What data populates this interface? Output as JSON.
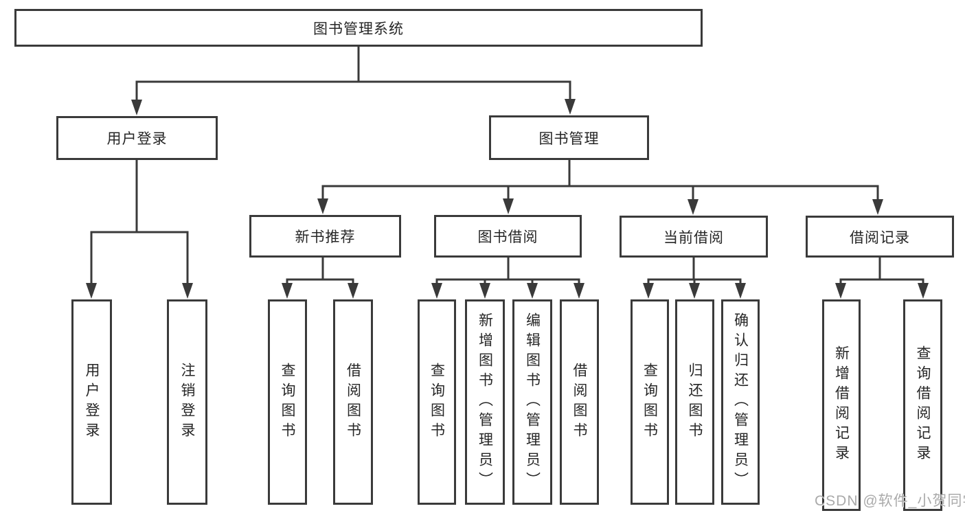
{
  "tree": {
    "root": {
      "label": "图书管理系统"
    },
    "level2": [
      {
        "label": "用户登录"
      },
      {
        "label": "图书管理"
      }
    ],
    "level3": [
      {
        "label": "新书推荐"
      },
      {
        "label": "图书借阅"
      },
      {
        "label": "当前借阅"
      },
      {
        "label": "借阅记录"
      }
    ],
    "leaves": {
      "user_login": [
        {
          "label": "用户登录"
        },
        {
          "label": "注销登录"
        }
      ],
      "new_book_rec": [
        {
          "label": "查询图书"
        },
        {
          "label": "借阅图书"
        }
      ],
      "book_borrow": [
        {
          "label": "查询图书"
        },
        {
          "label": "新增图书（管理员）"
        },
        {
          "label": "编辑图书（管理员）"
        },
        {
          "label": "借阅图书"
        }
      ],
      "current_borrow": [
        {
          "label": "查询图书"
        },
        {
          "label": "归还图书"
        },
        {
          "label": "确认归还（管理员）"
        }
      ],
      "borrow_records": [
        {
          "label": "新增借阅记录"
        },
        {
          "label": "查询借阅记录"
        }
      ]
    }
  },
  "watermark": "CSDN @软件_小贺同学",
  "colors": {
    "line": "#3a3a3a",
    "text": "#262626",
    "background": "#ffffff",
    "watermark": "#9e9e9e"
  }
}
